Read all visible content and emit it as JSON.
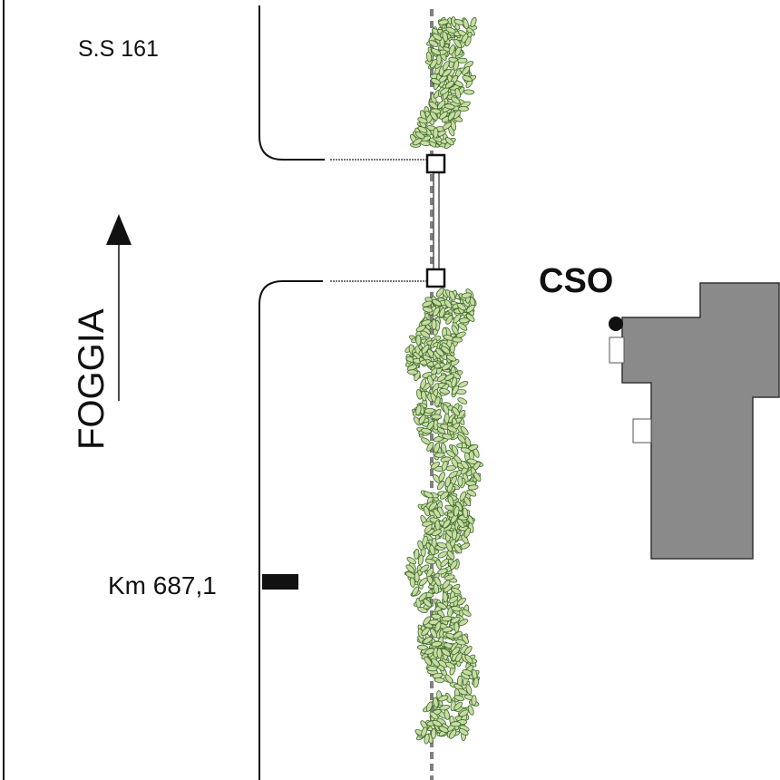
{
  "map": {
    "road_label": "S.S 161",
    "direction_label": "FOGGIA",
    "building_label": "CSO",
    "km_marker_label": "Km 687,1"
  },
  "colors": {
    "building_fill": "#8a8a8a",
    "vegetation_fill": "#c8dca4",
    "vegetation_stroke": "#3e6a2a",
    "fence": "#808080"
  },
  "icons": {
    "direction_arrow": "arrow-up-icon",
    "km_marker": "km-marker-icon",
    "building_point": "point-marker-icon",
    "crossing_posts": "square-post-icon"
  }
}
